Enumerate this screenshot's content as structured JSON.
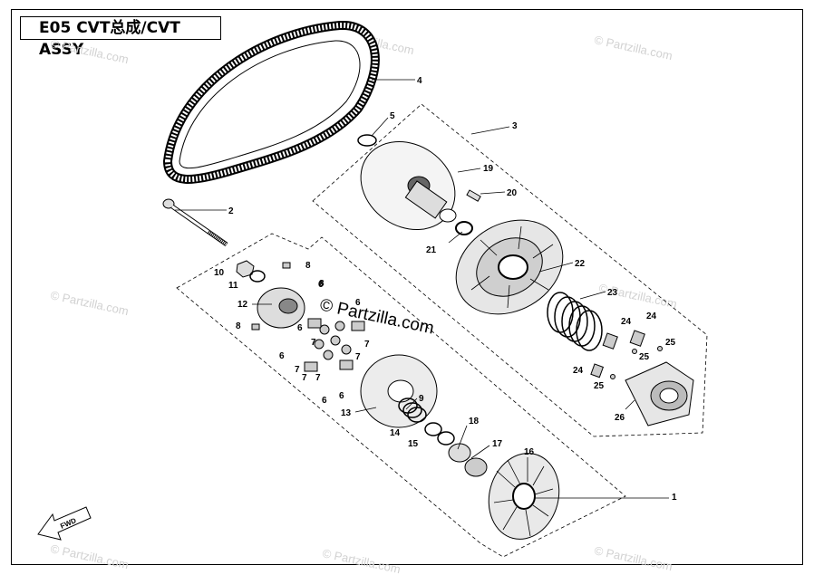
{
  "title": "E05 CVT总成/CVT ASSY",
  "watermark": {
    "text": "© Partzilla.com",
    "color": "#d2d2d2",
    "center_color": "#000000"
  },
  "fwd_label": "FWD",
  "callouts": [
    "1",
    "2",
    "3",
    "4",
    "5",
    "6",
    "6",
    "6",
    "6",
    "6",
    "6",
    "7",
    "7",
    "7",
    "7",
    "7",
    "7",
    "8",
    "8",
    "8",
    "9",
    "10",
    "11",
    "12",
    "13",
    "14",
    "15",
    "16",
    "17",
    "18",
    "19",
    "20",
    "21",
    "22",
    "23",
    "24",
    "24",
    "24",
    "25",
    "25",
    "25",
    "26"
  ],
  "colors": {
    "line": "#000000",
    "part_fill": "#e6e6e6",
    "part_dark": "#9a9a9a"
  }
}
